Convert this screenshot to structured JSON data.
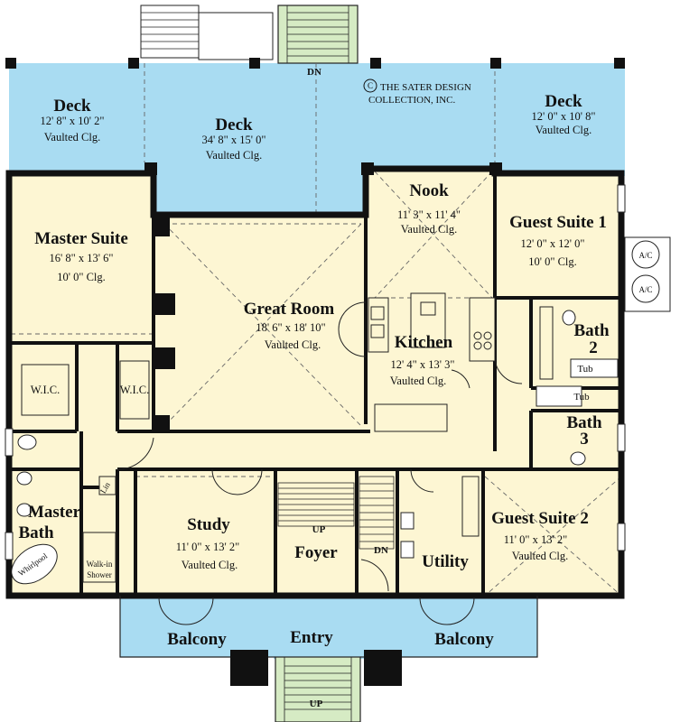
{
  "copyright": {
    "symbol": "C",
    "line1": "THE SATER DESIGN",
    "line2": "COLLECTION, INC."
  },
  "stair_markers": {
    "dn_top": "DN",
    "up_bottom": "UP",
    "foyer_up": "UP",
    "foyer_dn": "DN"
  },
  "rooms": {
    "deck_left": {
      "name": "Deck",
      "dims": "12' 8\" x 10' 2\"",
      "ceiling": "Vaulted Clg."
    },
    "deck_center": {
      "name": "Deck",
      "dims": "34' 8\" x 15' 0\"",
      "ceiling": "Vaulted Clg."
    },
    "deck_right": {
      "name": "Deck",
      "dims": "12' 0\" x 10' 8\"",
      "ceiling": "Vaulted Clg."
    },
    "nook": {
      "name": "Nook",
      "dims": "11' 3\" x 11' 4\"",
      "ceiling": "Vaulted Clg."
    },
    "guest_suite_1": {
      "name": "Guest Suite 1",
      "dims": "12' 0\" x 12' 0\"",
      "ceiling": "10' 0\" Clg."
    },
    "master_suite": {
      "name": "Master Suite",
      "dims": "16' 8\" x 13' 6\"",
      "ceiling": "10' 0\" Clg."
    },
    "great_room": {
      "name": "Great Room",
      "dims": "18' 6\" x 18' 10\"",
      "ceiling": "Vaulted Clg."
    },
    "kitchen": {
      "name": "Kitchen",
      "dims": "12' 4\" x 13' 3\"",
      "ceiling": "Vaulted Clg."
    },
    "bath_2": {
      "name": "Bath",
      "num": "2"
    },
    "bath_3": {
      "name": "Bath",
      "num": "3"
    },
    "tub_2": {
      "name": "Tub"
    },
    "tub_3": {
      "name": "Tub"
    },
    "wic_1": {
      "name": "W.I.C."
    },
    "wic_2": {
      "name": "W.I.C."
    },
    "linen": {
      "name": "Lin"
    },
    "master_bath": {
      "name_line1": "Master",
      "name_line2": "Bath"
    },
    "whirlpool": {
      "name": "Whirlpool"
    },
    "walkin_shower": {
      "line1": "Walk-in",
      "line2": "Shower"
    },
    "study": {
      "name": "Study",
      "dims": "11' 0\" x 13' 2\"",
      "ceiling": "Vaulted Clg."
    },
    "foyer": {
      "name": "Foyer"
    },
    "utility": {
      "name": "Utility"
    },
    "guest_suite_2": {
      "name": "Guest Suite 2",
      "dims": "11' 0\" x 13' 2\"",
      "ceiling": "Vaulted Clg."
    },
    "balcony_left": {
      "name": "Balcony"
    },
    "entry": {
      "name": "Entry"
    },
    "balcony_right": {
      "name": "Balcony"
    }
  },
  "ac_units": {
    "label": "A/C"
  },
  "colors": {
    "floor": "#fdf6d3",
    "deck": "#a9dcf2",
    "stair": "#d6ebc4",
    "wall": "#111111",
    "dashed": "#666666"
  }
}
